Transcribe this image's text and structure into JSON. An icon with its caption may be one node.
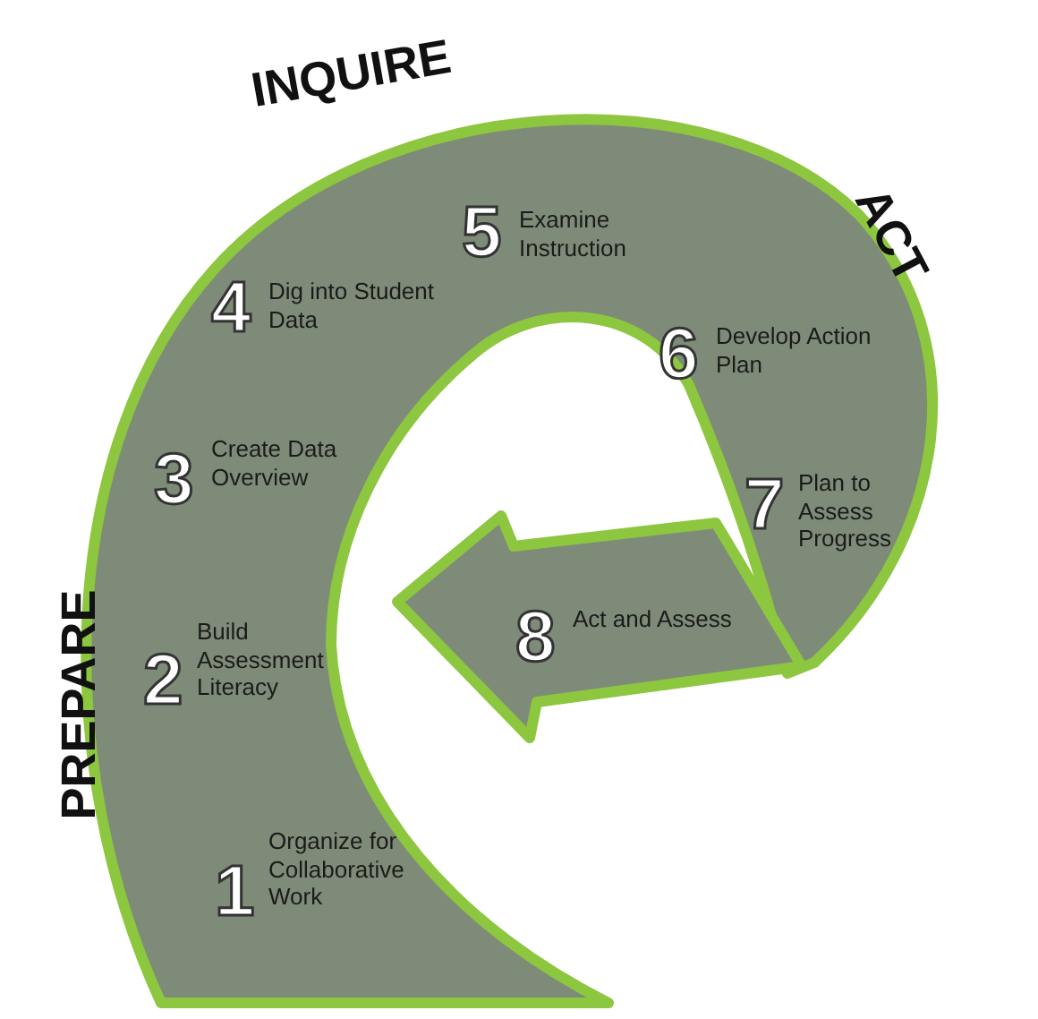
{
  "diagram": {
    "labels": [
      "INQUIRE",
      "5",
      "Examine Instruction",
      "ACT",
      "4",
      "Dig into Student Data",
      "6",
      "Develop Action Plan",
      "3",
      "Create Data Overview",
      "7",
      "Plan to Assess Progress",
      "PREPARE",
      "8",
      "Act and Assess",
      "2",
      "Build Assessment Literacy",
      "1",
      "Organize for Collaborative Work"
    ]
  }
}
